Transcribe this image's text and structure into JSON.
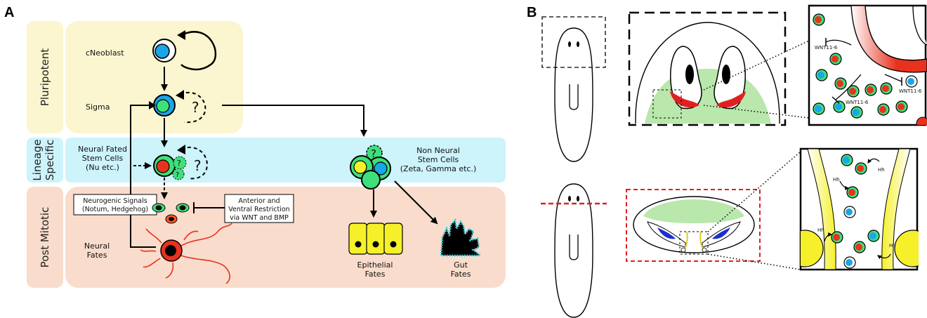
{
  "panel_a": {
    "label": "A",
    "rows": {
      "pluripotent": "Pluripotent",
      "lineage_1": "Lineage",
      "lineage_2": "Specific",
      "post_mitotic": "Post Mitotic"
    },
    "cneoblast": "cNeoblast",
    "sigma": "Sigma",
    "question": "?",
    "neural_fated_1": "Neural Fated",
    "neural_fated_2": "Stem Cells",
    "neural_fated_3": "(Nu etc.)",
    "non_neural_1": "Non Neural",
    "non_neural_2": "Stem Cells",
    "non_neural_3": "(Zeta, Gamma etc.)",
    "neurogenic_1": "Neurogenic  Signals",
    "neurogenic_2": "(Notum, Hedgehog)",
    "restriction_1": "Anterior and",
    "restriction_2": "Ventral Restriction",
    "restriction_3": "via WNT and BMP",
    "neural_fates_1": "Neural",
    "neural_fates_2": "Fates",
    "epithelial_1": "Epithelial",
    "epithelial_2": "Fates",
    "gut_1": "Gut",
    "gut_2": "Fates"
  },
  "panel_b": {
    "label": "B",
    "wnt": "WNT11-6",
    "hh": "Hh"
  },
  "colors": {
    "pluripotent_bg": "#fbf6cf",
    "lineage_bg": "#cdf3fb",
    "postmitotic_bg": "#f9dccc",
    "green_cell": "#3ee07a",
    "blue_cell": "#1aa6e8",
    "red_cell": "#e8321e",
    "yellow_cell": "#f5f02a",
    "gut_cyan": "#2ad2e8",
    "green_field": "#b9e7ac",
    "red_dash": "#e02020"
  }
}
